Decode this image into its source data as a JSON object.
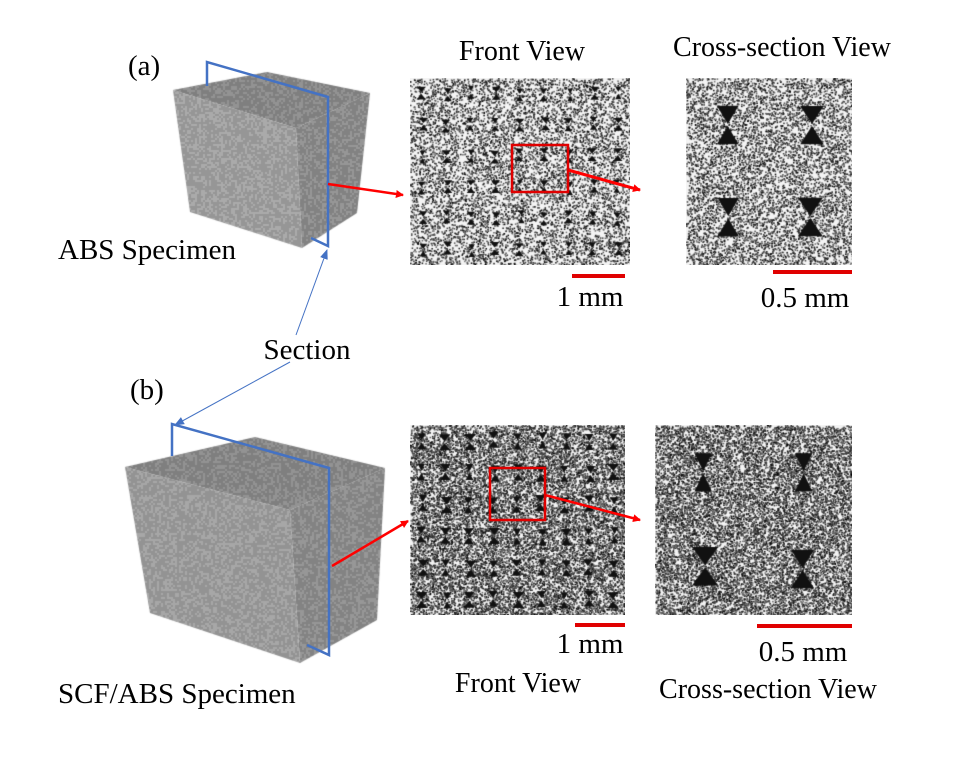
{
  "panel_a": {
    "label": "(a)",
    "specimen_label": "ABS Specimen",
    "front_view_title": "Front View",
    "cross_section_title": "Cross-section View",
    "front_scale": "1 mm",
    "cross_scale": "0.5 mm"
  },
  "section_label": "Section",
  "panel_b": {
    "label": "(b)",
    "specimen_label": "SCF/ABS Specimen",
    "front_view_title": "Front View",
    "cross_section_title": "Cross-section View",
    "front_scale": "1 mm",
    "cross_scale": "0.5 mm"
  },
  "colors": {
    "section_plane": "#4472C4",
    "arrow": "#FF0000",
    "scale_bar": "#E00000"
  }
}
